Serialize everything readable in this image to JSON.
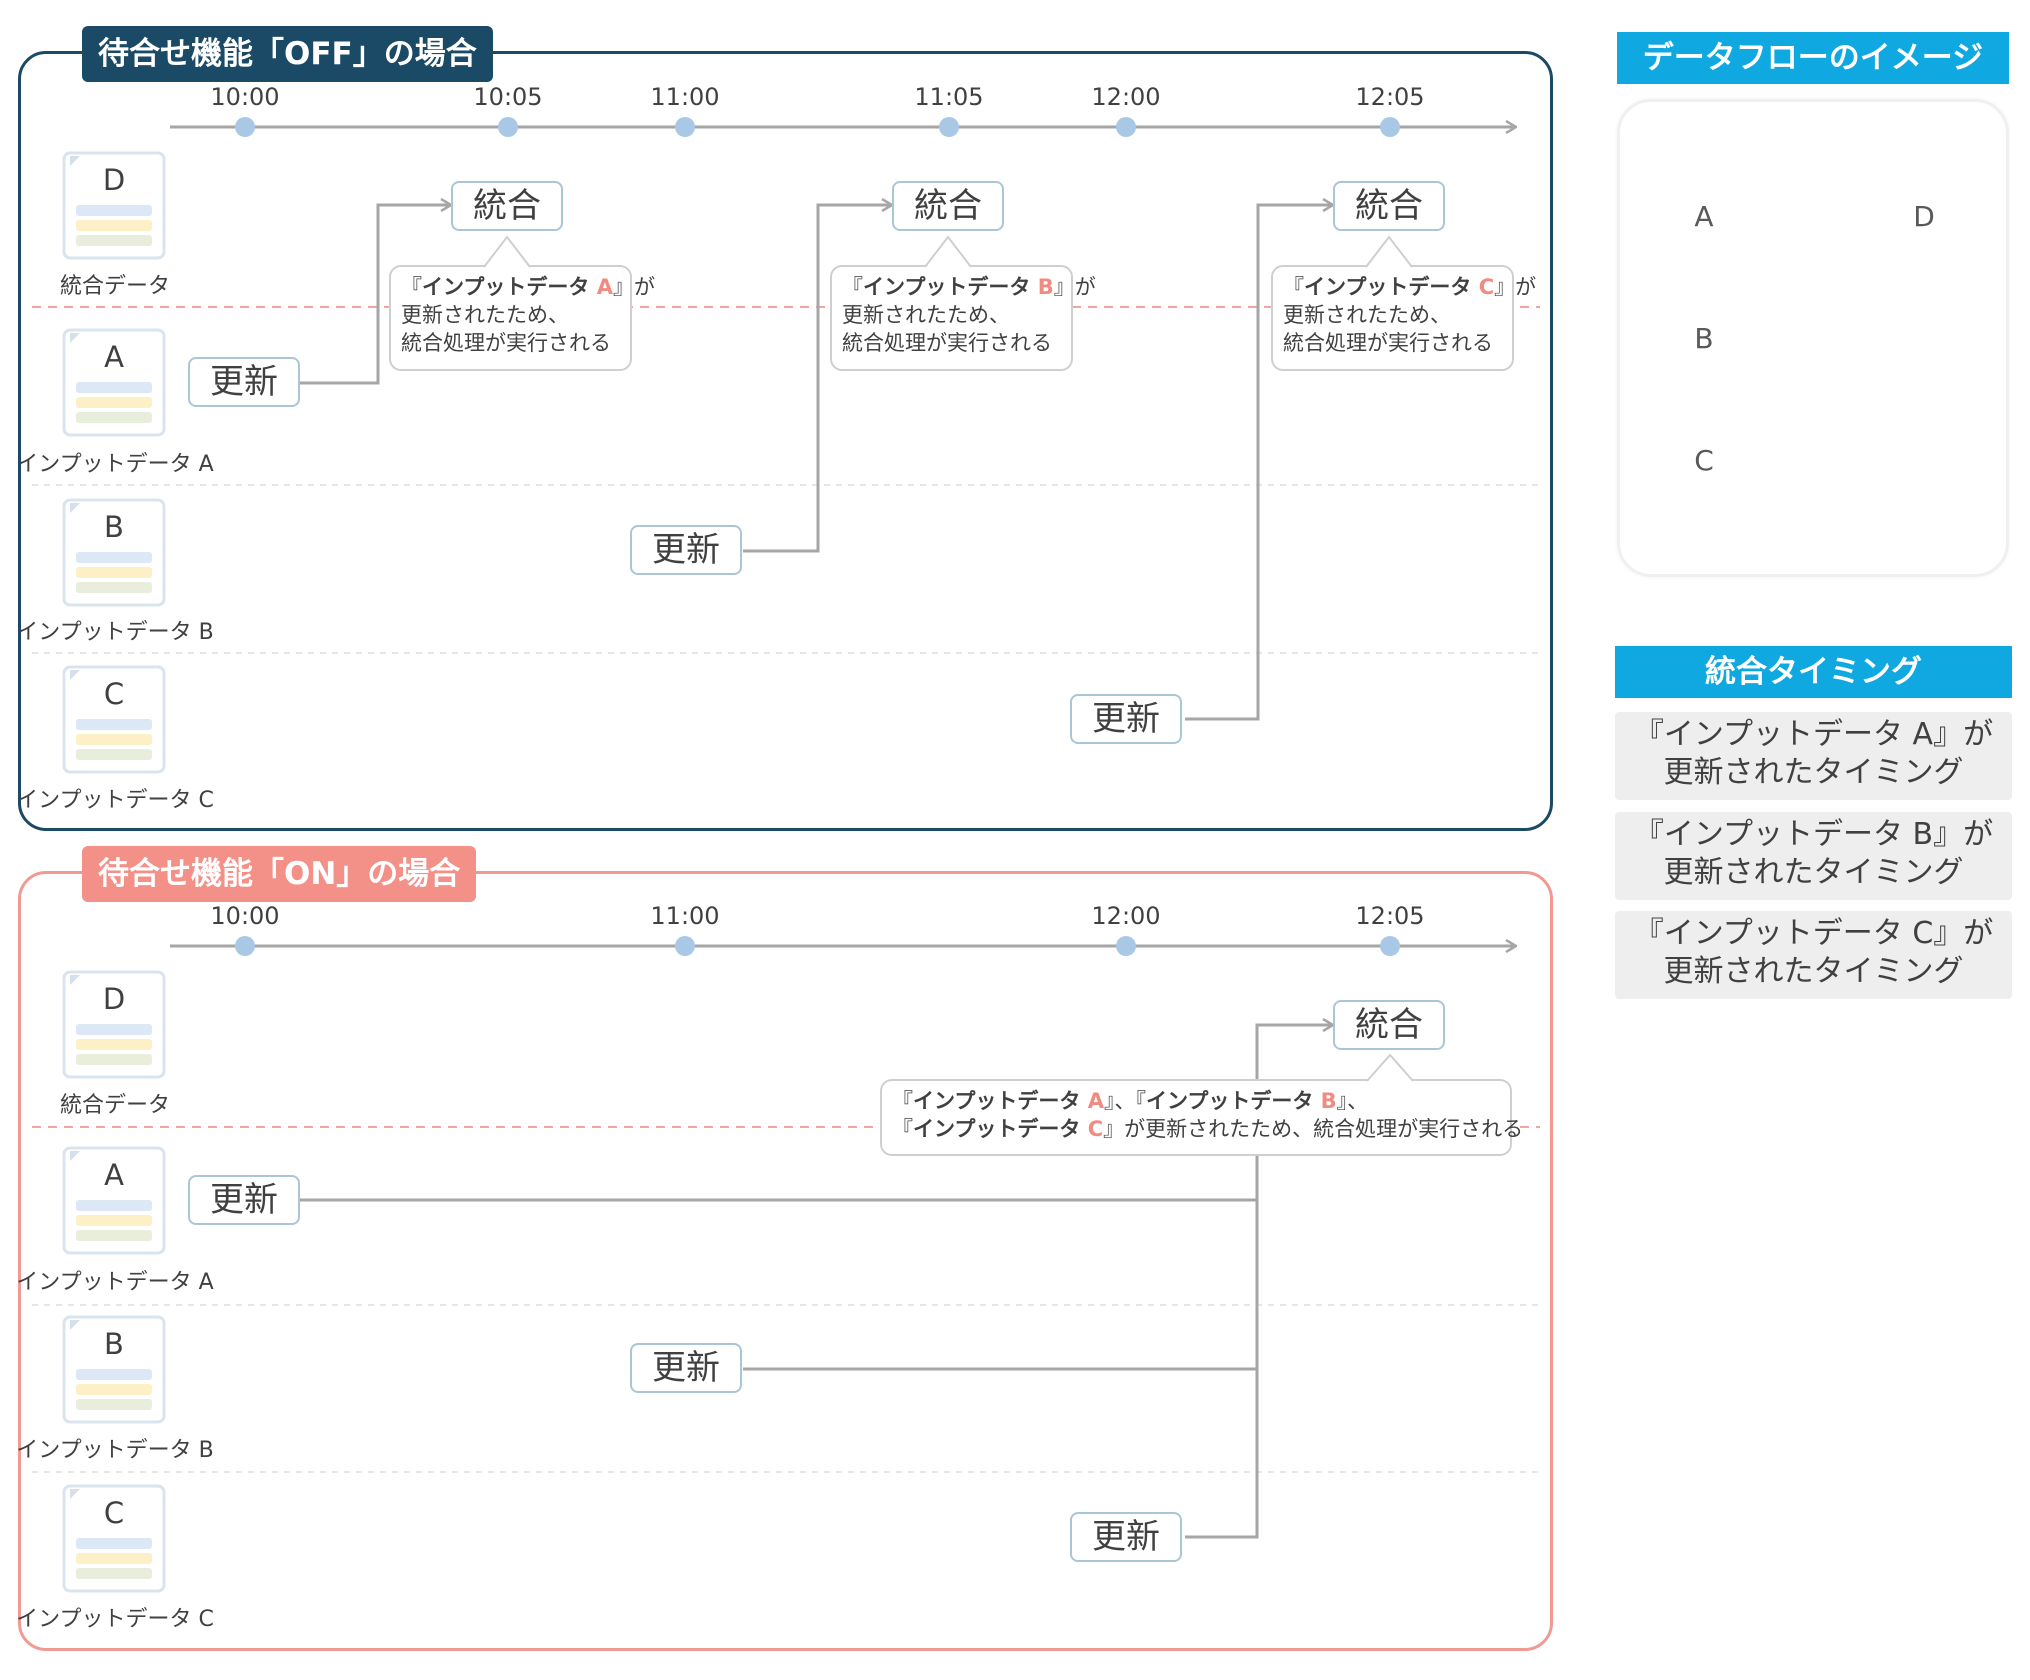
{
  "panels": {
    "off": {
      "title": "待合せ機能「OFF」の場合",
      "times": [
        "10:00",
        "10:05",
        "11:00",
        "11:05",
        "12:00",
        "12:05"
      ],
      "doc_labels": [
        "統合データ",
        "インプットデータ A",
        "インプットデータ B",
        "インプットデータ C"
      ],
      "doc_letters": [
        "D",
        "A",
        "B",
        "C"
      ],
      "update_label": "更新",
      "integrate_label": "統合",
      "callouts": [
        {
          "bracket_open": "『",
          "name": "インプットデータ ",
          "letter": "A",
          "bracket_close": "』が",
          "line2": "更新されたため、",
          "line3": "統合処理が実行される"
        },
        {
          "bracket_open": "『",
          "name": "インプットデータ ",
          "letter": "B",
          "bracket_close": "』が",
          "line2": "更新されたため、",
          "line3": "統合処理が実行される"
        },
        {
          "bracket_open": "『",
          "name": "インプットデータ ",
          "letter": "C",
          "bracket_close": "』が",
          "line2": "更新されたため、",
          "line3": "統合処理が実行される"
        }
      ]
    },
    "on": {
      "title": "待合せ機能「ON」の場合",
      "times": [
        "10:00",
        "11:00",
        "12:00",
        "12:05"
      ],
      "doc_labels": [
        "統合データ",
        "インプットデータ A",
        "インプットデータ B",
        "インプットデータ C"
      ],
      "doc_letters": [
        "D",
        "A",
        "B",
        "C"
      ],
      "update_label": "更新",
      "integrate_label": "統合",
      "callout": {
        "l1_open": "『",
        "l1_name_a": "インプットデータ ",
        "l1_letter_a": "A",
        "l1_sep": "』、『",
        "l1_name_b": "インプットデータ ",
        "l1_letter_b": "B",
        "l1_close": "』、",
        "l2_open": "『",
        "l2_name_c": "インプットデータ ",
        "l2_letter_c": "C",
        "l2_rest": "』が更新されたため、統合処理が実行される"
      }
    }
  },
  "dataflow": {
    "header": "データフローのイメージ",
    "letters": [
      "A",
      "B",
      "C",
      "D"
    ]
  },
  "timing": {
    "header": "統合タイミング",
    "items": [
      {
        "line1": "『インプットデータ A』が",
        "line2": "更新されたタイミング"
      },
      {
        "line1": "『インプットデータ B』が",
        "line2": "更新されたタイミング"
      },
      {
        "line1": "『インプットデータ C』が",
        "line2": "更新されたタイミング"
      }
    ]
  },
  "colors": {
    "off_accent": "#1b4a66",
    "on_accent": "#f39189",
    "header_blue": "#0fa8e0",
    "highlight_letter": "#f08b82",
    "timeline_dot": "#a9c8e6",
    "connector": "#a6a6a6"
  }
}
